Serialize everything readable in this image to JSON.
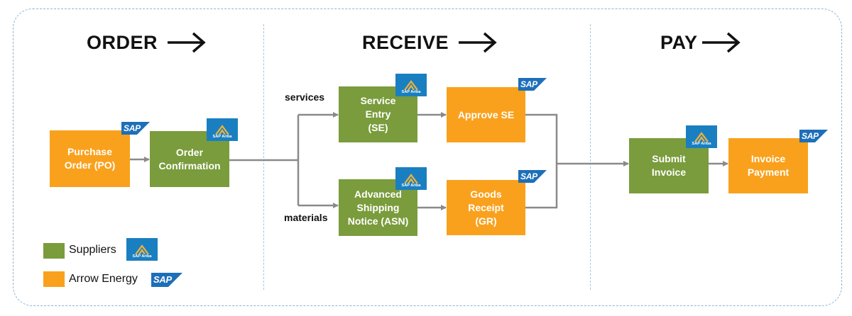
{
  "stages": [
    {
      "label": "ORDER"
    },
    {
      "label": "RECEIVE"
    },
    {
      "label": "PAY"
    }
  ],
  "boxes": {
    "purchase_order": "Purchase\nOrder (PO)",
    "order_confirmation": "Order\nConfirmation",
    "service_entry": "Service\nEntry\n(SE)",
    "approve_se": "Approve SE",
    "asn": "Advanced\nShipping\nNotice (ASN)",
    "goods_receipt": "Goods\nReceipt\n(GR)",
    "submit_invoice": "Submit\nInvoice",
    "invoice_payment": "Invoice\nPayment"
  },
  "branches": {
    "services": "services",
    "materials": "materials"
  },
  "badges": {
    "sap": "SAP",
    "ariba": "SAP Ariba"
  },
  "legend": {
    "suppliers": "Suppliers",
    "arrow_energy": "Arrow Energy"
  },
  "colors": {
    "supplier_green": "#7a9c3c",
    "arrow_energy_orange": "#f9a11d",
    "ariba_blue": "#1a7fc1",
    "sap_blue": "#1d6fb8",
    "connector_gray": "#8a8a8a"
  },
  "icons": {
    "sap_logo": "sap-logo-icon",
    "ariba_logo": "sap-ariba-logo-icon",
    "stage_arrow": "arrow-right-icon"
  }
}
